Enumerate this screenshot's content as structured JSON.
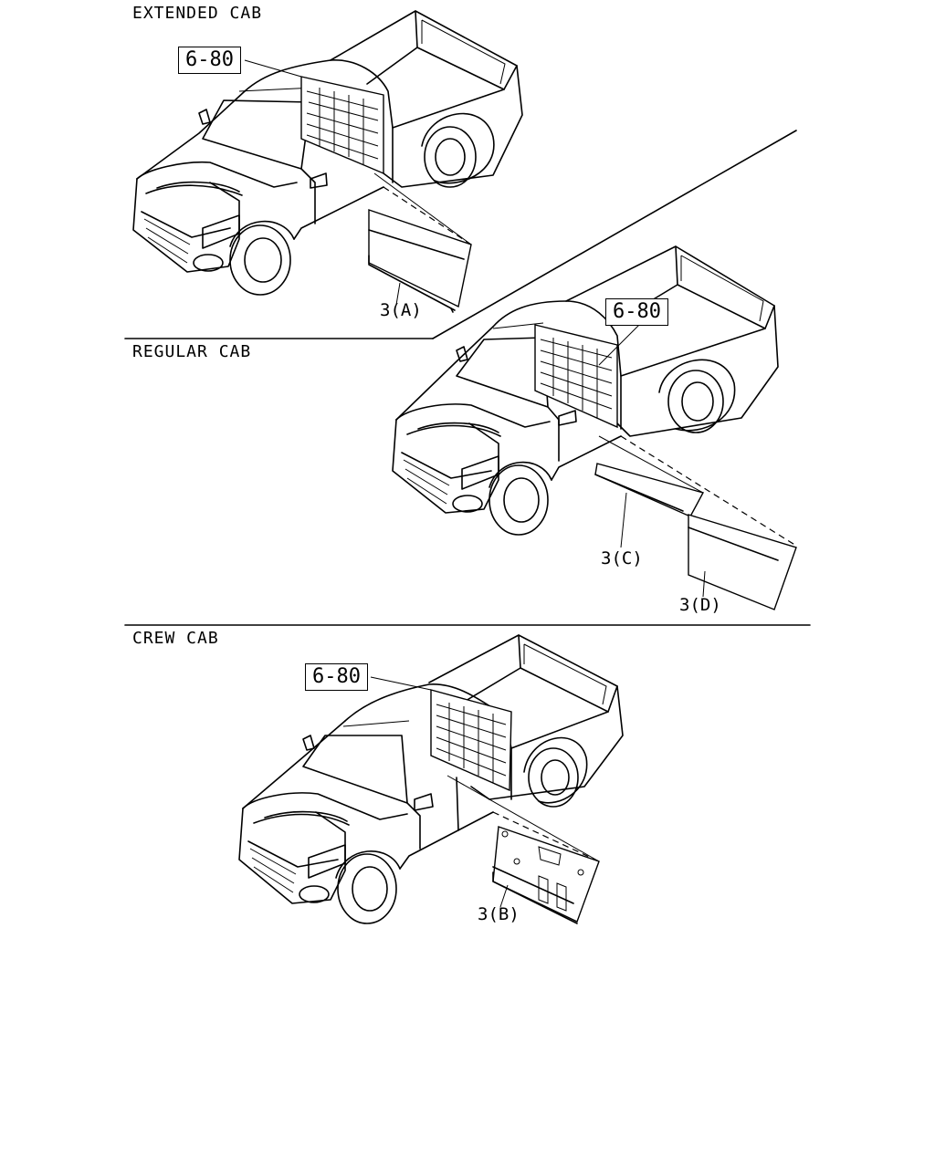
{
  "sections": {
    "extended": {
      "title": "EXTENDED CAB",
      "ref": "6-80",
      "part": "3(A)"
    },
    "regular": {
      "title": "REGULAR CAB",
      "ref": "6-80",
      "part_c": "3(C)",
      "part_d": "3(D)"
    },
    "crew": {
      "title": "CREW CAB",
      "ref": "6-80",
      "part": "3(B)"
    }
  }
}
